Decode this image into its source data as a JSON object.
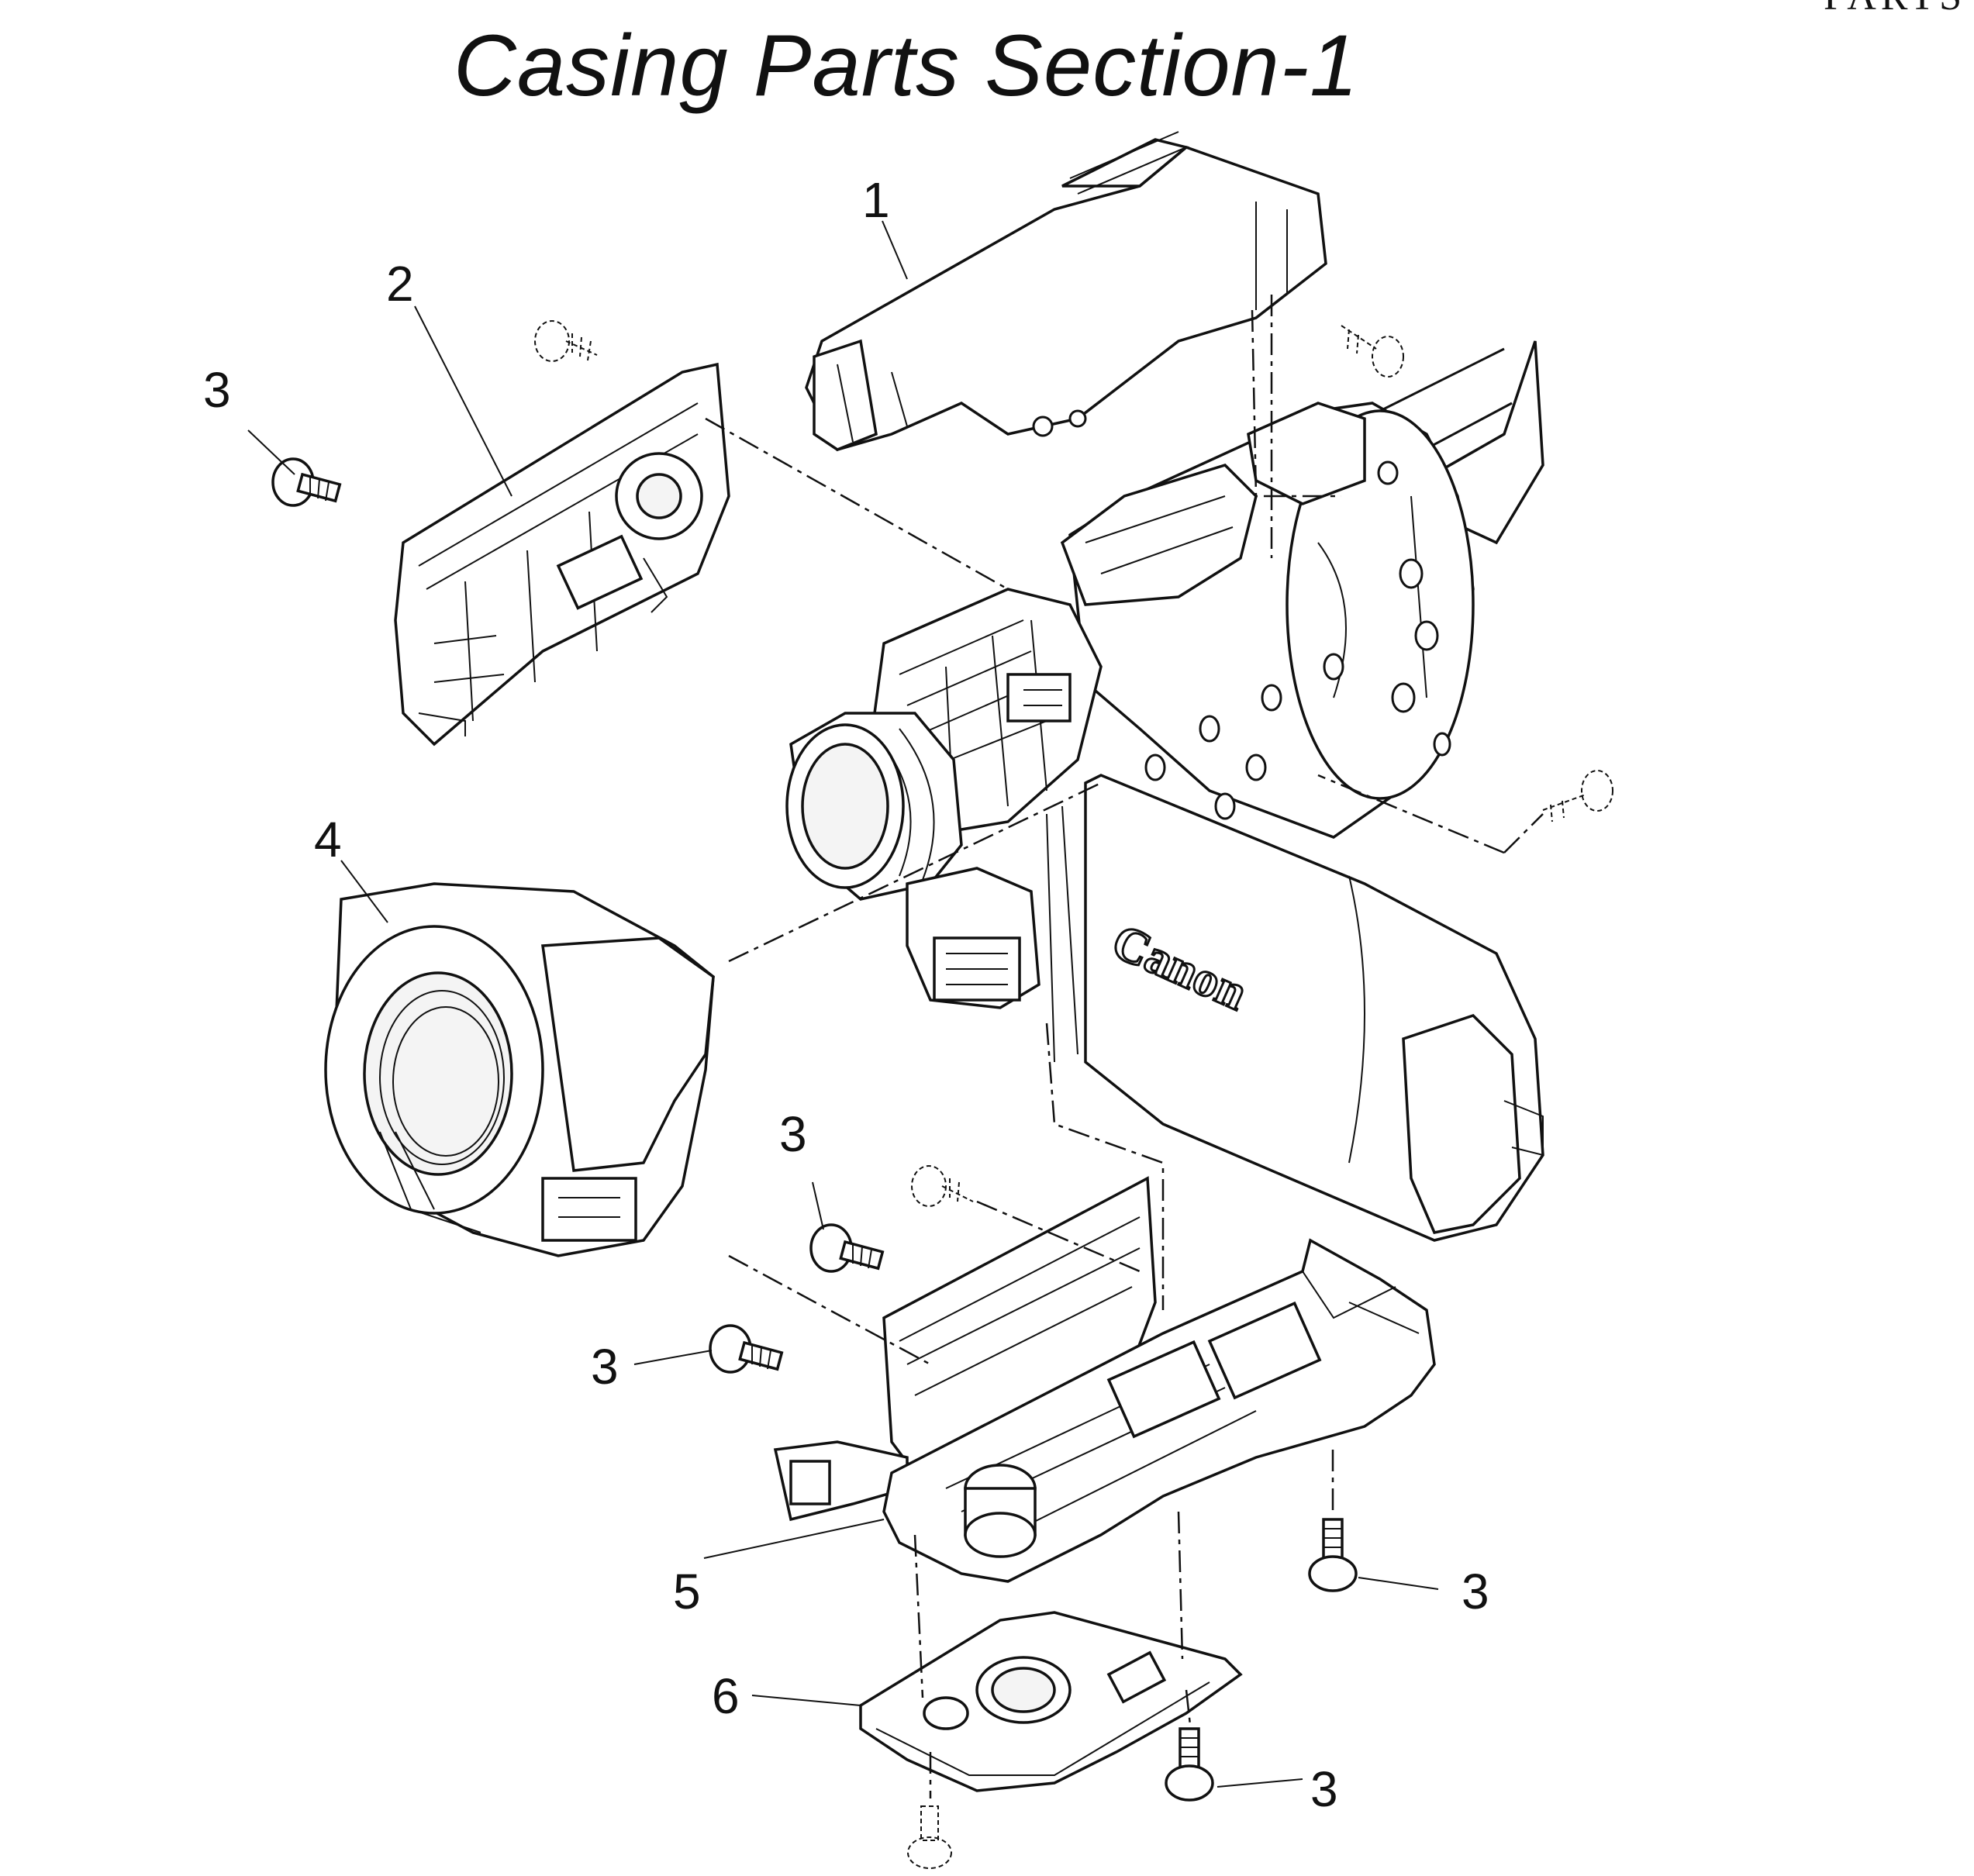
{
  "corner_text": "PARTS",
  "title": "Casing Parts Section-1",
  "logo_text": "Canon",
  "callouts": [
    {
      "id": "callout-1",
      "text": "1"
    },
    {
      "id": "callout-2",
      "text": "2"
    },
    {
      "id": "callout-3-top-left",
      "text": "3"
    },
    {
      "id": "callout-4",
      "text": "4"
    },
    {
      "id": "callout-3-middle",
      "text": "3"
    },
    {
      "id": "callout-3-lower-left",
      "text": "3"
    },
    {
      "id": "callout-5",
      "text": "5"
    },
    {
      "id": "callout-3-lower-right",
      "text": "3"
    },
    {
      "id": "callout-6",
      "text": "6"
    },
    {
      "id": "callout-3-bottom",
      "text": "3"
    }
  ]
}
